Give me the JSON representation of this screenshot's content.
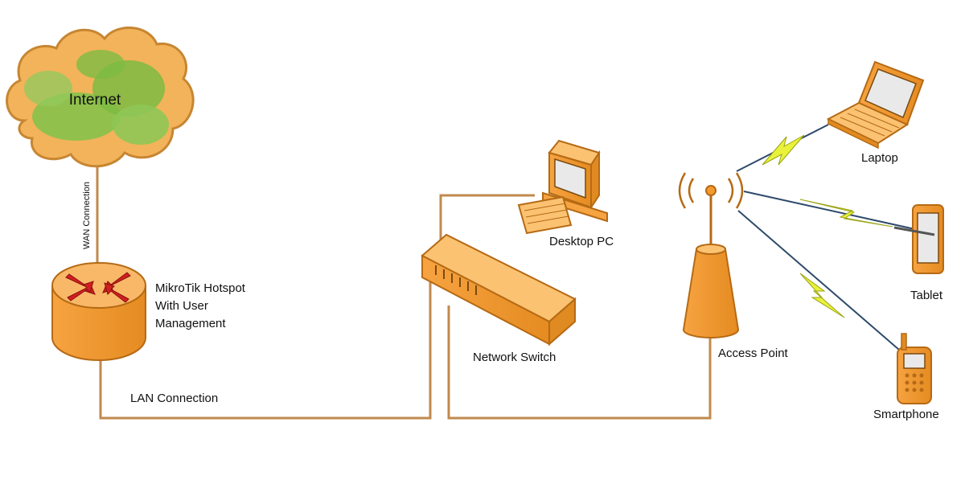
{
  "nodes": {
    "internet": "Internet",
    "router": [
      "MikroTik Hotspot",
      "With User",
      "Management"
    ],
    "desktop": "Desktop PC",
    "switch": "Network Switch",
    "access_point": "Access Point",
    "laptop": "Laptop",
    "tablet": "Tablet",
    "smartphone": "Smartphone"
  },
  "edges": {
    "wan": "WAN Connection",
    "lan": "LAN Connection"
  },
  "colors": {
    "device_fill": "#F7A94B",
    "device_stroke": "#B56A14",
    "cable": "#C08A4E",
    "cloud_fill": "#F2B35A",
    "cloud_green": "#86C24A",
    "wireless_bolt": "#E9F23A",
    "wireless_line": "#2E4A6B",
    "router_arrow": "#D11F1F"
  }
}
